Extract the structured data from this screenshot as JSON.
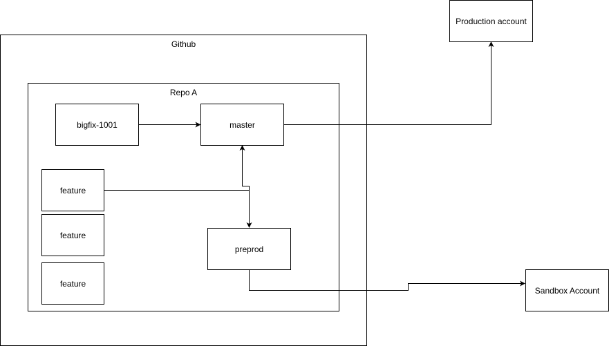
{
  "containers": {
    "github": {
      "label": "Github"
    },
    "repo": {
      "label": "Repo A"
    }
  },
  "nodes": {
    "bigfix": {
      "label": "bigfix-1001"
    },
    "master": {
      "label": "master"
    },
    "feature_1": {
      "label": "feature"
    },
    "feature_2": {
      "label": "feature"
    },
    "feature_3": {
      "label": "feature"
    },
    "preprod": {
      "label": "preprod"
    },
    "production": {
      "label": "Production account"
    },
    "sandbox": {
      "label": "Sandbox Account"
    }
  },
  "colors": {
    "stroke": "#000000",
    "background": "#ffffff"
  }
}
